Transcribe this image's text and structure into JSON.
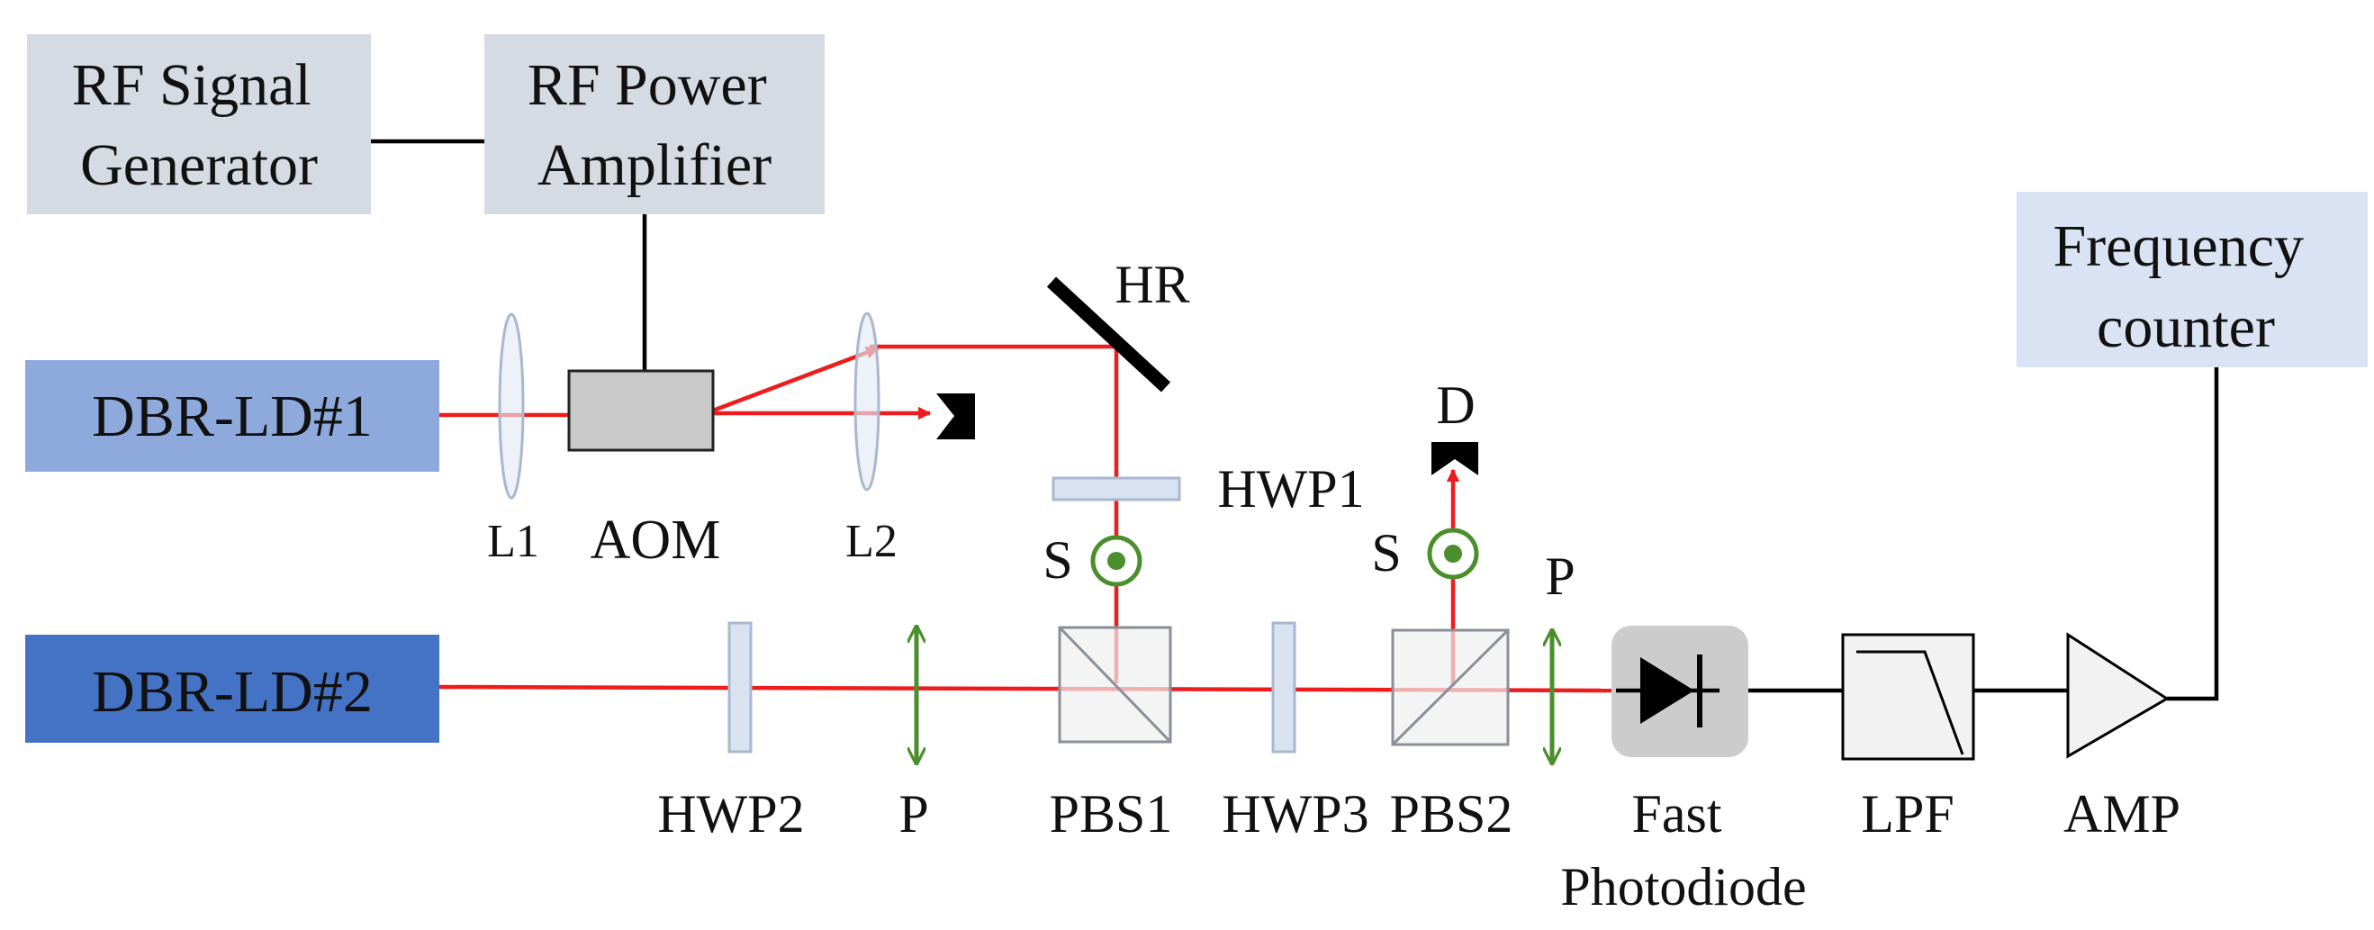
{
  "boxes": {
    "rf_signal_generator": [
      "RF Signal",
      "Generator"
    ],
    "rf_power_amplifier": [
      "RF Power",
      "Amplifier"
    ],
    "frequency_counter": [
      "Frequency",
      "counter"
    ],
    "dbr_ld1": "DBR-LD#1",
    "dbr_ld2": "DBR-LD#2"
  },
  "labels": {
    "l1": "L1",
    "aom": "AOM",
    "l2": "L2",
    "hr": "HR",
    "hwp1": "HWP1",
    "s_upper_left": "S",
    "s_upper_right": "S",
    "d": "D",
    "p_right": "P",
    "hwp2": "HWP2",
    "p_left": "P",
    "pbs1": "PBS1",
    "hwp3": "HWP3",
    "pbs2": "PBS2",
    "fast_photodiode": [
      "Fast",
      "Photodiode"
    ],
    "lpf": "LPF",
    "amp": "AMP"
  },
  "colors": {
    "laser_beam": "#ee1c1c",
    "box_gray": "#d5dbe3",
    "ld1_fill": "#8eaadc",
    "ld2_fill": "#4472c4",
    "freq_counter_fill": "#dae3f3",
    "polarization_green": "#4b8f2c",
    "optic_fill": "#d9e2f0",
    "optic_stroke": "#a9b8d0"
  }
}
